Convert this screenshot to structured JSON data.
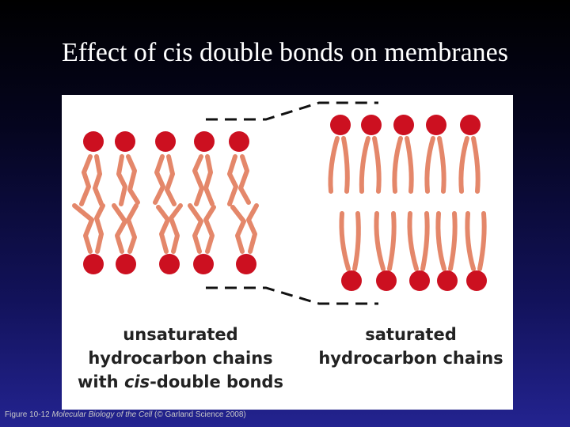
{
  "slide": {
    "title": "Effect of cis double bonds on membranes"
  },
  "figure": {
    "left_label": "unsaturated\nhydrocarbon chains\nwith cis-double bonds",
    "right_label": "saturated\nhydrocarbon chains",
    "colors": {
      "head_group": "#cc1020",
      "tail": "#e4876a",
      "dashed_line": "#111111",
      "panel_background": "#ffffff"
    },
    "icons": [
      "phospholipid-head-icon",
      "hydrocarbon-tail-icon"
    ]
  },
  "credit": {
    "figure_number": "Figure 10-12",
    "book_title": "Molecular Biology of the Cell",
    "publisher": "(© Garland Science 2008)"
  }
}
